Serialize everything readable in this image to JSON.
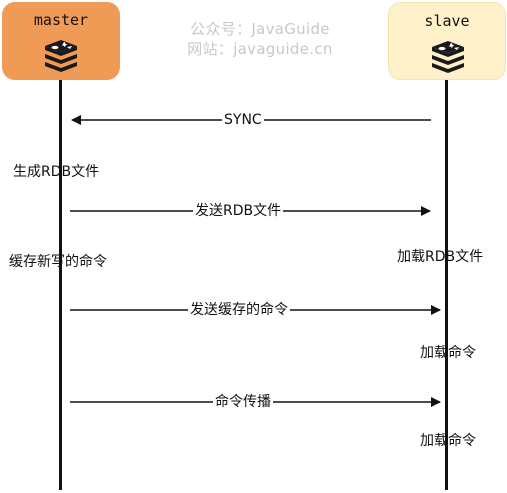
{
  "colors": {
    "master_fill": "#ef9a55",
    "slave_fill": "#fff1c9",
    "slave_border": "#f5e3b0",
    "line": "#111111",
    "watermark": "#c8c8c8"
  },
  "watermark": {
    "line1": "公众号：JavaGuide",
    "line2": "网站：javaguide.cn"
  },
  "nodes": {
    "master": {
      "title": "master",
      "icon": "redis-logo-icon"
    },
    "slave": {
      "title": "slave",
      "icon": "redis-logo-icon"
    }
  },
  "messages": [
    {
      "label": "SYNC",
      "from": "slave",
      "to": "master"
    },
    {
      "label": "发送RDB文件",
      "from": "master",
      "to": "slave"
    },
    {
      "label": "发送缓存的命令",
      "from": "master",
      "to": "slave"
    },
    {
      "label": "命令传播",
      "from": "master",
      "to": "slave"
    }
  ],
  "master_notes": [
    "生成RDB文件",
    "缓存新写的命令"
  ],
  "slave_notes": [
    "加载RDB文件",
    "加载命令",
    "加载命令"
  ]
}
